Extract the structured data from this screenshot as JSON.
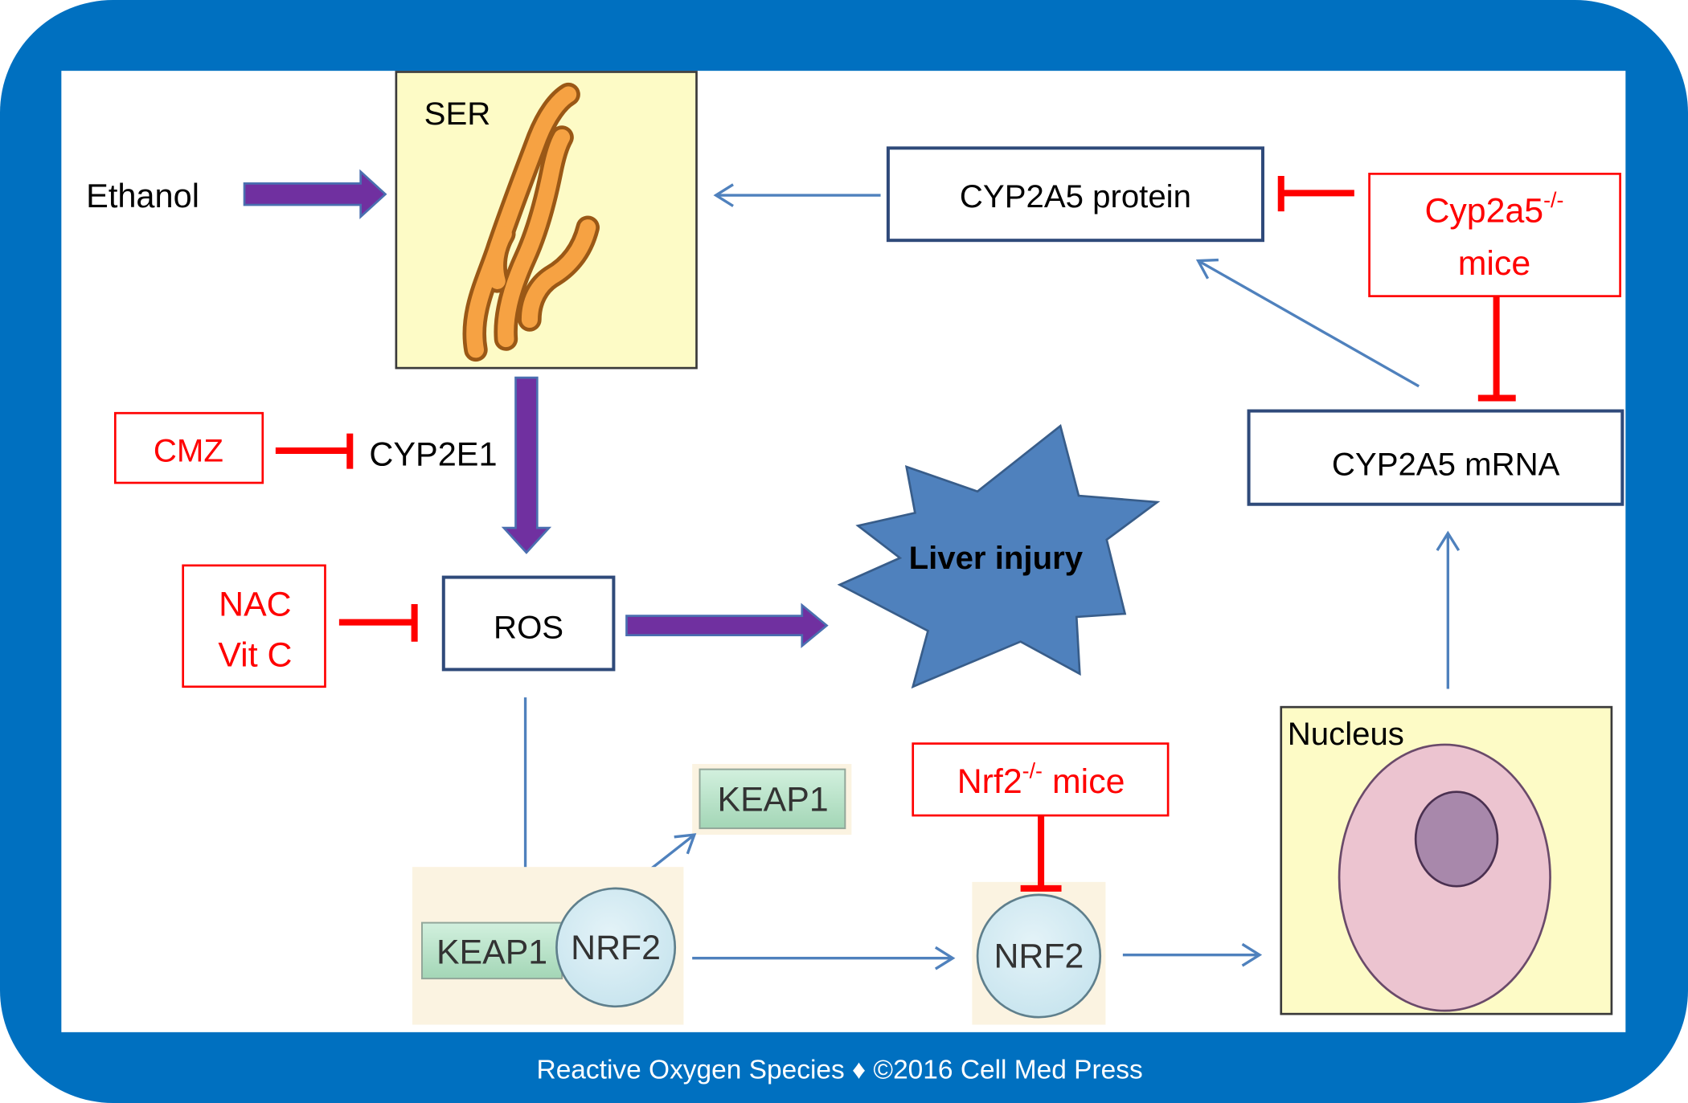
{
  "colors": {
    "frame": "#0070c0",
    "canvas": "#ffffff",
    "node_border": "#2f4a7a",
    "activation_arrow": "#7030a0",
    "activation_outline": "#4a6fb0",
    "signal_arrow": "#4f81bd",
    "inhibitor": "#ff0000",
    "organelle_fill": "#fdfbc6",
    "er_membrane": "#f6a243",
    "liver_injury": "#4f81bd",
    "keap1": "#a3d6b6",
    "nrf2": "#c7e4ee",
    "nucleus": "#ecc4d0",
    "nucleolus": "#a888ab",
    "footer_text": "#ffffff"
  },
  "footer": "Reactive Oxygen Species ♦ ©2016 Cell Med Press",
  "labels": {
    "ethanol": "Ethanol",
    "ser": "SER",
    "cyp2e1": "CYP2E1",
    "ros": "ROS",
    "liver_injury": "Liver injury",
    "cyp2a5_protein": "CYP2A5 protein",
    "cyp2a5_mrna": "CYP2A5 mRNA",
    "nucleus": "Nucleus",
    "keap1_free": "KEAP1",
    "keap1_complex": "KEAP1",
    "nrf2_complex": "NRF2",
    "nrf2_free": "NRF2"
  },
  "inhibitors": {
    "cmz": "CMZ",
    "nac": "NAC",
    "vit_c": "Vit C",
    "cyp2a5_mice": {
      "gene": "Cyp2a5",
      "genotype": "-/-",
      "suffix": "mice"
    },
    "nrf2_mice": {
      "gene": "Nrf2",
      "genotype": "-/-",
      "suffix": "mice"
    }
  }
}
